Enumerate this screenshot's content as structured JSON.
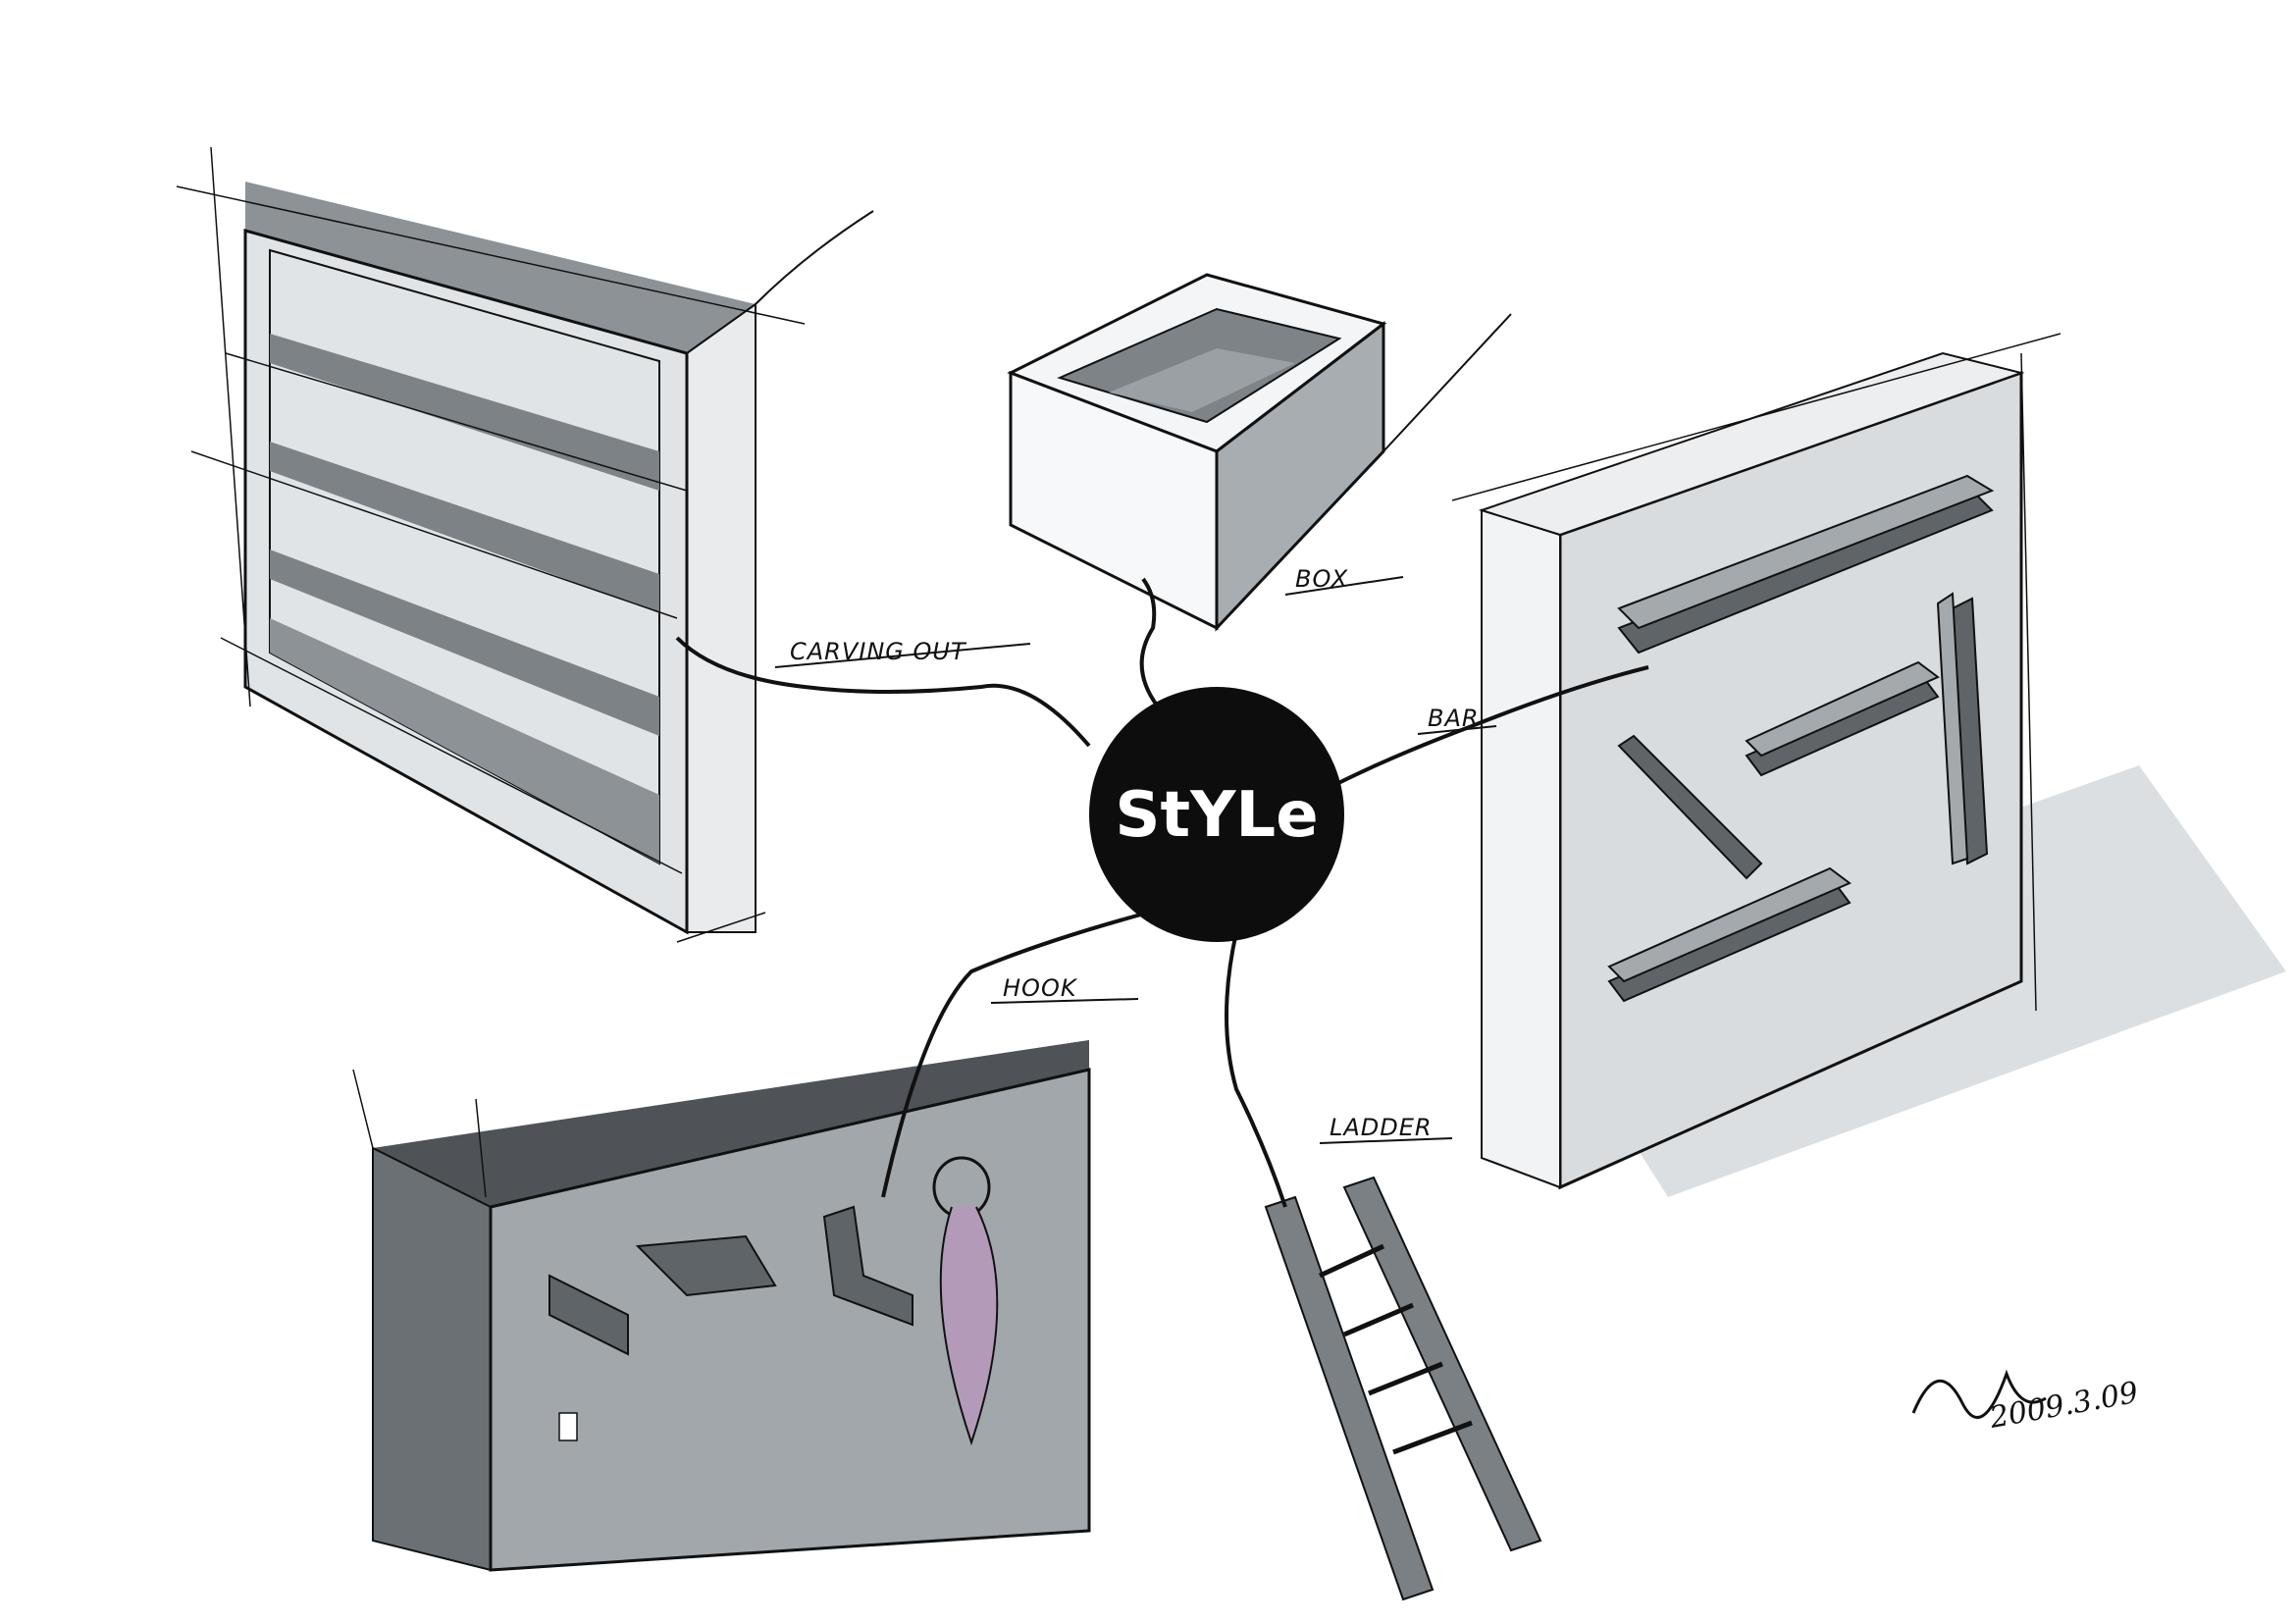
{
  "center": {
    "label": "StYLe"
  },
  "branches": [
    {
      "id": "carving-out",
      "label": "CARVING OUT"
    },
    {
      "id": "box",
      "label": "BOX"
    },
    {
      "id": "bar",
      "label": "BAR"
    },
    {
      "id": "hook",
      "label": "HOOK"
    },
    {
      "id": "ladder",
      "label": "LADDER"
    }
  ],
  "signature": {
    "date": "2009.3.09"
  },
  "colors": {
    "ink": "#111111",
    "marker_dark": "#6e7276",
    "marker_mid": "#9da2a6",
    "marker_light": "#c8ccd0",
    "violet_accent": "#b39ab8"
  }
}
